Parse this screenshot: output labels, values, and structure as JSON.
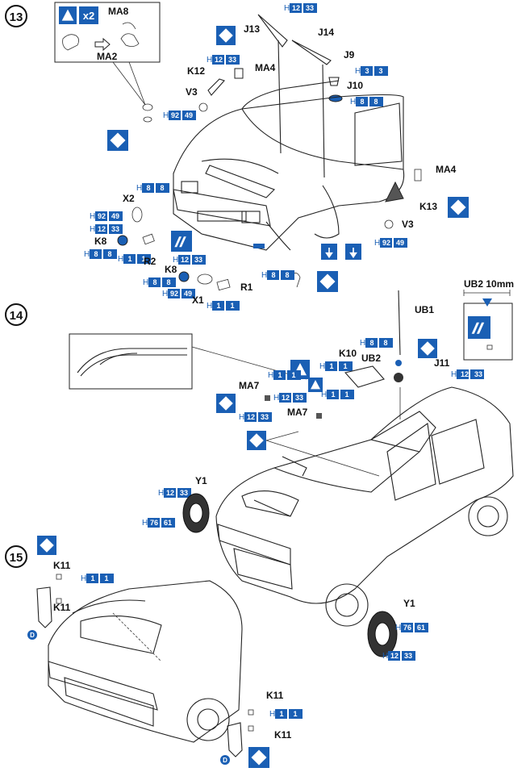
{
  "steps": [
    {
      "number": "13"
    },
    {
      "number": "14"
    },
    {
      "number": "15"
    }
  ],
  "step13": {
    "quantity": "x2",
    "parts": [
      "MA8",
      "MA2",
      "J13",
      "J14",
      "K12",
      "MA4",
      "J9",
      "J10",
      "V3",
      "X2",
      "K8",
      "R2",
      "K8",
      "X1",
      "R1",
      "K13",
      "V3",
      "MA4"
    ],
    "paints": [
      {
        "letter": "H",
        "num": "12",
        "num2": "33"
      },
      {
        "letter": "H",
        "num": "12",
        "num2": "33"
      },
      {
        "letter": "H",
        "num": "3",
        "num2": "3"
      },
      {
        "letter": "H",
        "num": "8",
        "num2": "8"
      },
      {
        "letter": "H",
        "num": "92",
        "num2": "49"
      },
      {
        "letter": "H",
        "num": "8",
        "num2": "8"
      },
      {
        "letter": "H",
        "num": "92",
        "num2": "49"
      },
      {
        "letter": "H",
        "num": "12",
        "num2": "33"
      },
      {
        "letter": "H",
        "num": "8",
        "num2": "8"
      },
      {
        "letter": "H",
        "num": "1",
        "num2": "1"
      },
      {
        "letter": "H",
        "num": "12",
        "num2": "33"
      },
      {
        "letter": "H",
        "num": "8",
        "num2": "8"
      },
      {
        "letter": "H",
        "num": "8",
        "num2": "8"
      },
      {
        "letter": "H",
        "num": "92",
        "num2": "49"
      },
      {
        "letter": "H",
        "num": "1",
        "num2": "1"
      },
      {
        "letter": "H",
        "num": "92",
        "num2": "49"
      }
    ]
  },
  "step14": {
    "ub2_note": "UB2  10mm",
    "parts": [
      "UB1",
      "K10",
      "UB2",
      "J11",
      "MA7",
      "MA7",
      "Y1",
      "Y1"
    ],
    "paints": [
      {
        "letter": "H",
        "num": "8",
        "num2": "8"
      },
      {
        "letter": "H",
        "num": "1",
        "num2": "1"
      },
      {
        "letter": "H",
        "num": "12",
        "num2": "33"
      },
      {
        "letter": "H",
        "num": "1",
        "num2": "1"
      },
      {
        "letter": "H",
        "num": "12",
        "num2": "33"
      },
      {
        "letter": "H",
        "num": "1",
        "num2": "1"
      },
      {
        "letter": "H",
        "num": "12",
        "num2": "33"
      },
      {
        "letter": "H",
        "num": "12",
        "num2": "33"
      },
      {
        "letter": "H",
        "num": "76",
        "num2": "61"
      },
      {
        "letter": "H",
        "num": "76",
        "num2": "61"
      },
      {
        "letter": "H",
        "num": "12",
        "num2": "33"
      }
    ]
  },
  "step15": {
    "parts": [
      "K11",
      "K11",
      "K11",
      "K11"
    ],
    "paints": [
      {
        "letter": "H",
        "num": "1",
        "num2": "1"
      },
      {
        "letter": "H",
        "num": "1",
        "num2": "1"
      }
    ],
    "decal_letter": "D"
  },
  "colors": {
    "accent": "#1a5fb4",
    "ink": "#222222"
  }
}
